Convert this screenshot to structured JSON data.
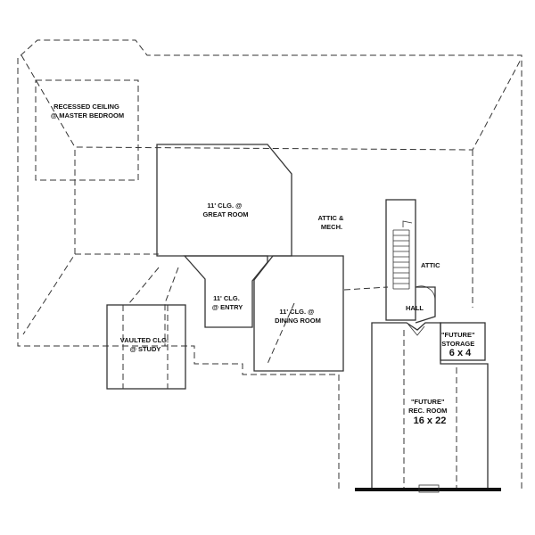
{
  "labels": {
    "master": [
      "RECESSED CEILING",
      "@ MASTER BEDROOM"
    ],
    "great_room": [
      "11' CLG. @",
      "GREAT ROOM"
    ],
    "attic_mech": [
      "ATTIC &",
      "MECH."
    ],
    "entry": [
      "11' CLG.",
      "@ ENTRY"
    ],
    "dining": [
      "11' CLG. @",
      "DINING ROOM"
    ],
    "attic": "ATTIC",
    "hall": "HALL",
    "study": [
      "VAULTED CLG.",
      "@ STUDY"
    ],
    "storage": [
      "\"FUTURE\"",
      "STORAGE",
      "6 x 4"
    ],
    "rec_room": [
      "\"FUTURE\"",
      "REC. ROOM",
      "16 x 22"
    ]
  }
}
